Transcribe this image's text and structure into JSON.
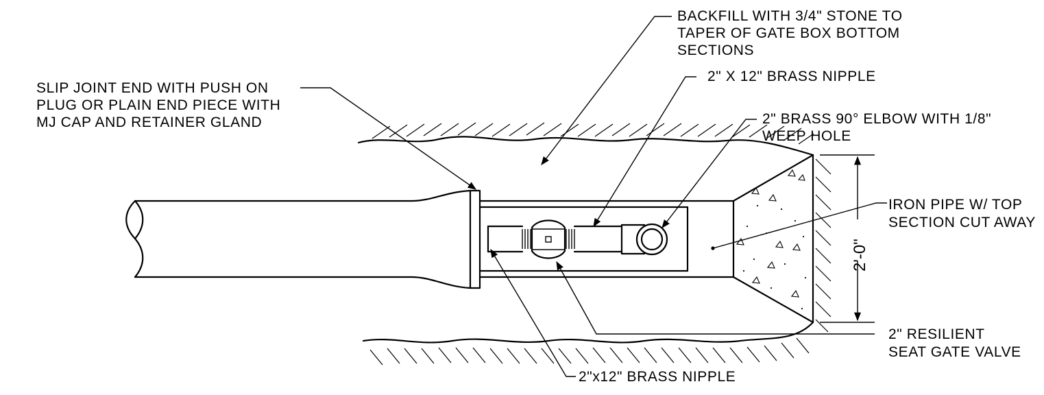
{
  "labels": {
    "backfill": [
      "BACKFILL WITH 3/4\" STONE TO",
      "TAPER OF GATE BOX BOTTOM",
      "SECTIONS"
    ],
    "nipple_top": [
      "2\" X 12\" BRASS NIPPLE"
    ],
    "elbow": [
      "2\" BRASS 90° ELBOW WITH 1/8\"",
      "WEEP HOLE"
    ],
    "slip_joint": [
      "SLIP JOINT END WITH PUSH ON",
      "PLUG OR PLAIN END PIECE WITH",
      "MJ CAP AND RETAINER GLAND"
    ],
    "iron_pipe": [
      "IRON PIPE W/ TOP",
      "SECTION CUT AWAY"
    ],
    "gate_valve": [
      "2\" RESILIENT",
      "SEAT GATE VALVE"
    ],
    "nipple_bottom": [
      "2\"x12\" BRASS NIPPLE"
    ]
  },
  "dimension": {
    "text": "2'-0\""
  }
}
